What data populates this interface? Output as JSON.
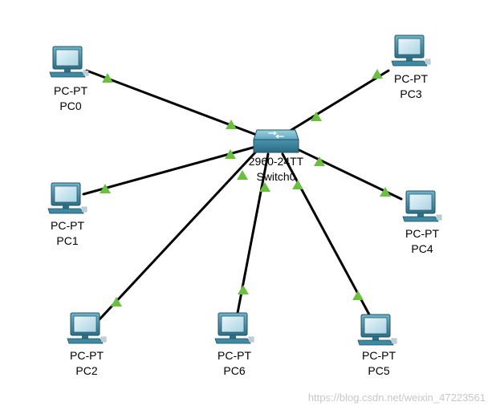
{
  "topology": {
    "switch": {
      "model": "2960-24TT",
      "name": "Switch0"
    },
    "pcs": [
      {
        "model": "PC-PT",
        "name": "PC0"
      },
      {
        "model": "PC-PT",
        "name": "PC3"
      },
      {
        "model": "PC-PT",
        "name": "PC1"
      },
      {
        "model": "PC-PT",
        "name": "PC4"
      },
      {
        "model": "PC-PT",
        "name": "PC2"
      },
      {
        "model": "PC-PT",
        "name": "PC6"
      },
      {
        "model": "PC-PT",
        "name": "PC5"
      }
    ],
    "links": [
      {
        "from": "PC0",
        "to": "Switch0",
        "status": "up"
      },
      {
        "from": "PC3",
        "to": "Switch0",
        "status": "up"
      },
      {
        "from": "PC1",
        "to": "Switch0",
        "status": "up"
      },
      {
        "from": "PC4",
        "to": "Switch0",
        "status": "up"
      },
      {
        "from": "PC2",
        "to": "Switch0",
        "status": "up"
      },
      {
        "from": "PC6",
        "to": "Switch0",
        "status": "up"
      },
      {
        "from": "PC5",
        "to": "Switch0",
        "status": "up"
      }
    ],
    "link_up_color": "#6abf40",
    "cable_color": "#000000",
    "device_color": "#4a8fa8"
  },
  "watermark": "https://blog.csdn.net/weixin_47223561",
  "icons": {
    "pc": "pc-icon",
    "switch": "switch-icon",
    "link_status": "link-up-triangle-icon"
  }
}
